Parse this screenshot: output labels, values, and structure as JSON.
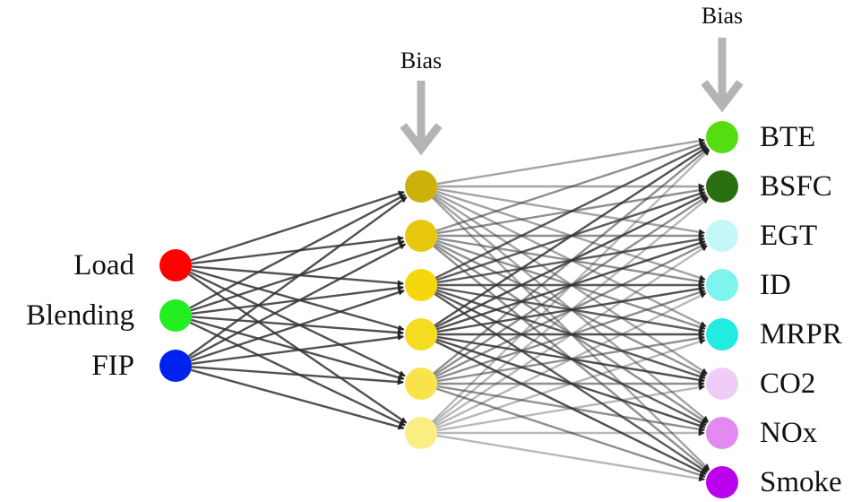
{
  "diagram": {
    "bias_label": "Bias",
    "bias_arrow_color": "#b4b4b4",
    "edge_color": "#333333",
    "input_layer": [
      {
        "label": "Load",
        "color": "#ff0000"
      },
      {
        "label": "Blending",
        "color": "#22ee22"
      },
      {
        "label": "FIP",
        "color": "#0022ee"
      }
    ],
    "hidden_layer": [
      {
        "color": "#cbb10a"
      },
      {
        "color": "#e8c80c"
      },
      {
        "color": "#f5d80c"
      },
      {
        "color": "#f5dc1e"
      },
      {
        "color": "#f8e44a"
      },
      {
        "color": "#faed82"
      }
    ],
    "output_layer": [
      {
        "label": "BTE",
        "color": "#55dd11"
      },
      {
        "label": "BSFC",
        "color": "#2a7010"
      },
      {
        "label": "EGT",
        "color": "#c4f8f8"
      },
      {
        "label": "ID",
        "color": "#7ef4ee"
      },
      {
        "label": "MRPR",
        "color": "#22ebe0"
      },
      {
        "label": "CO2",
        "color": "#f0ccf8"
      },
      {
        "label": "NOx",
        "color": "#e28af0"
      },
      {
        "label": "Smoke",
        "color": "#bb00ee"
      }
    ]
  }
}
